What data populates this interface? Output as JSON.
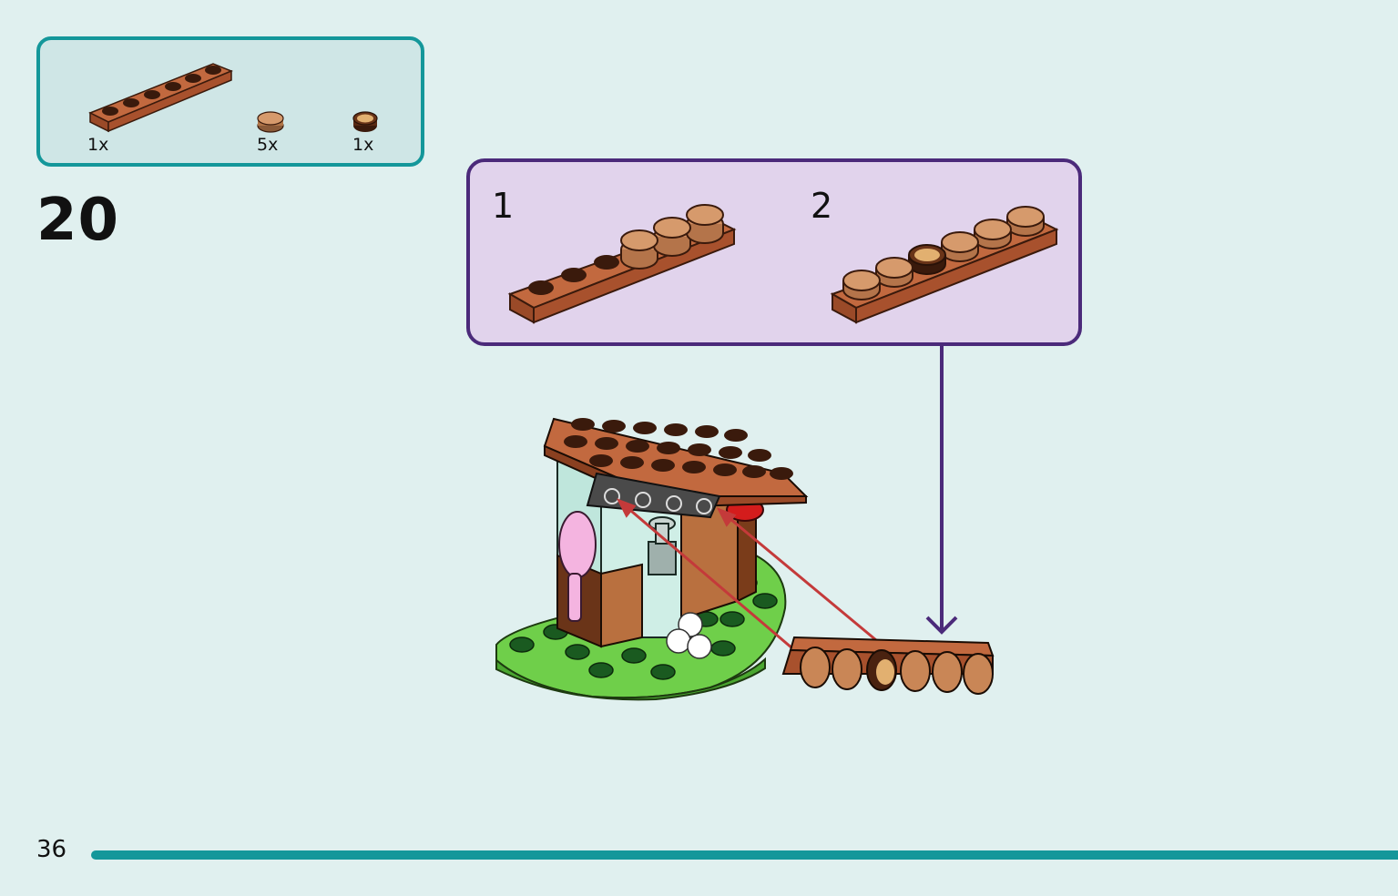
{
  "parts": [
    {
      "name": "brown-plate-1x6",
      "qty": "1x"
    },
    {
      "name": "tan-round-tile",
      "qty": "5x"
    },
    {
      "name": "printed-round-tile",
      "qty": "1x"
    }
  ],
  "step": "20",
  "substeps": [
    {
      "label": "1"
    },
    {
      "label": "2"
    }
  ],
  "page": "36",
  "colors": {
    "teal": "#14979a",
    "purple": "#4b2a7a",
    "brown": "#b45f3c",
    "tan": "#cc8a5c",
    "green": "#6fcf4a",
    "red_arrow": "#c43a3a"
  }
}
